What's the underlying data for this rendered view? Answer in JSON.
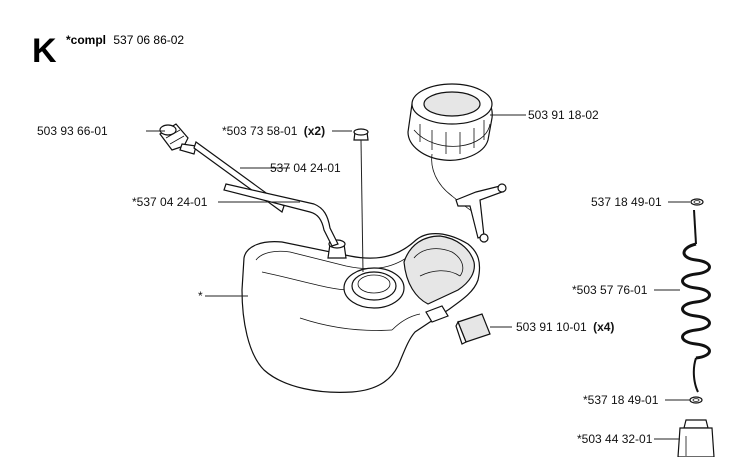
{
  "section": {
    "letter": "K",
    "compl_prefix": "*compl",
    "compl_number": "537 06 86-02"
  },
  "labels": {
    "l1": {
      "number": "503 93 66-01",
      "qty": ""
    },
    "l2": {
      "number": "*503 73 58-01",
      "qty": "(x2)"
    },
    "l3": {
      "number": "537 04 24-01",
      "qty": ""
    },
    "l4": {
      "number": "*537 04 24-01",
      "qty": ""
    },
    "l5": {
      "number": "503 91 18-02",
      "qty": ""
    },
    "l6": {
      "number": "*",
      "qty": ""
    },
    "l7": {
      "number": "503 91 10-01",
      "qty": "(x4)"
    },
    "l8": {
      "number": "537 18 49-01",
      "qty": ""
    },
    "l9": {
      "number": "*503 57 76-01",
      "qty": ""
    },
    "l10": {
      "number": "*537 18 49-01",
      "qty": ""
    },
    "l11": {
      "number": "*503 44 32-01",
      "qty": ""
    }
  }
}
